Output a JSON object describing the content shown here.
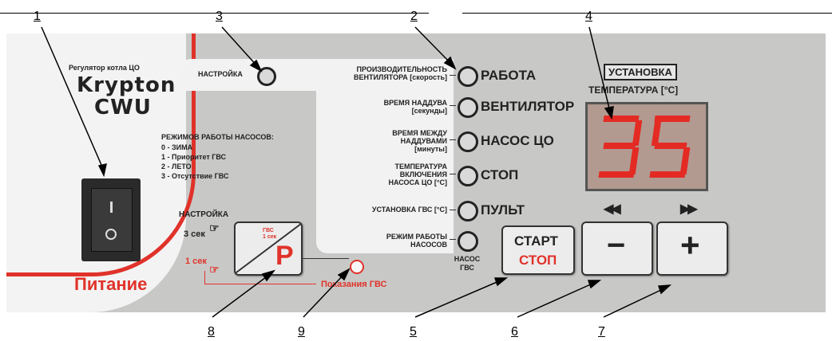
{
  "callouts": [
    "1",
    "2",
    "3",
    "4",
    "5",
    "6",
    "7",
    "8",
    "9"
  ],
  "device": {
    "subtitle": "Регулятор котла ЦО",
    "brand_line1": "Krypton",
    "brand_line2": "CWU",
    "power_label": "Питание",
    "modes_title": "РЕЖИМОВ РАБОТЫ НАСОСОВ:",
    "modes": [
      "0 - ЗИМА",
      "1 - Приоритет ГВС",
      "2 - ЛЕТО",
      "3 - Отсутствие ГВС"
    ],
    "settings_label": "НАСТРОЙКА",
    "settings_left_label": "НАСТРОЙКА",
    "three_sec": "3 сек",
    "one_sec": "1 сек",
    "gvs_1sec_line1": "ГВС",
    "gvs_1sec_line2": "1 сек",
    "p_button": "P",
    "gvs_readings": "Показания ГВС",
    "param_labels": [
      [
        "ПРОИЗВОДИТЕЛЬНОСТЬ",
        "ВЕНТИЛЯТОРА [скорость]"
      ],
      [
        "ВРЕМЯ НАДДУВА",
        "[секунды]"
      ],
      [
        "ВРЕМЯ МЕЖДУ",
        "НАДДУВАМИ",
        "[минуты]"
      ],
      [
        "ТЕМПЕРАТУРА",
        "ВКЛЮЧЕНИЯ",
        "НАСОСА ЦО [°C]"
      ],
      [
        "УСТАНОВКА ГВС [°C]"
      ],
      [
        "РЕЖИМ РАБОТЫ",
        "НАСОСОВ"
      ]
    ],
    "indicators": [
      "РАБОТА",
      "ВЕНТИЛЯТОР",
      "НАСОС ЦО",
      "СТОП",
      "ПУЛЬТ"
    ],
    "pump_gvs": [
      "НАСОС",
      "ГВС"
    ],
    "setting_box": "УСТАНОВКА",
    "temperature_label": "ТЕМПЕРАТУРА [°C]",
    "display_value": "35",
    "start_label": "СТАРТ",
    "stop_label": "СТОП",
    "minus": "−",
    "plus": "+",
    "rewind_icon": "◀◀",
    "ff_icon": "▶▶",
    "colors": {
      "accent_red": "#e0322a",
      "panel": "#c8c9c7"
    }
  }
}
